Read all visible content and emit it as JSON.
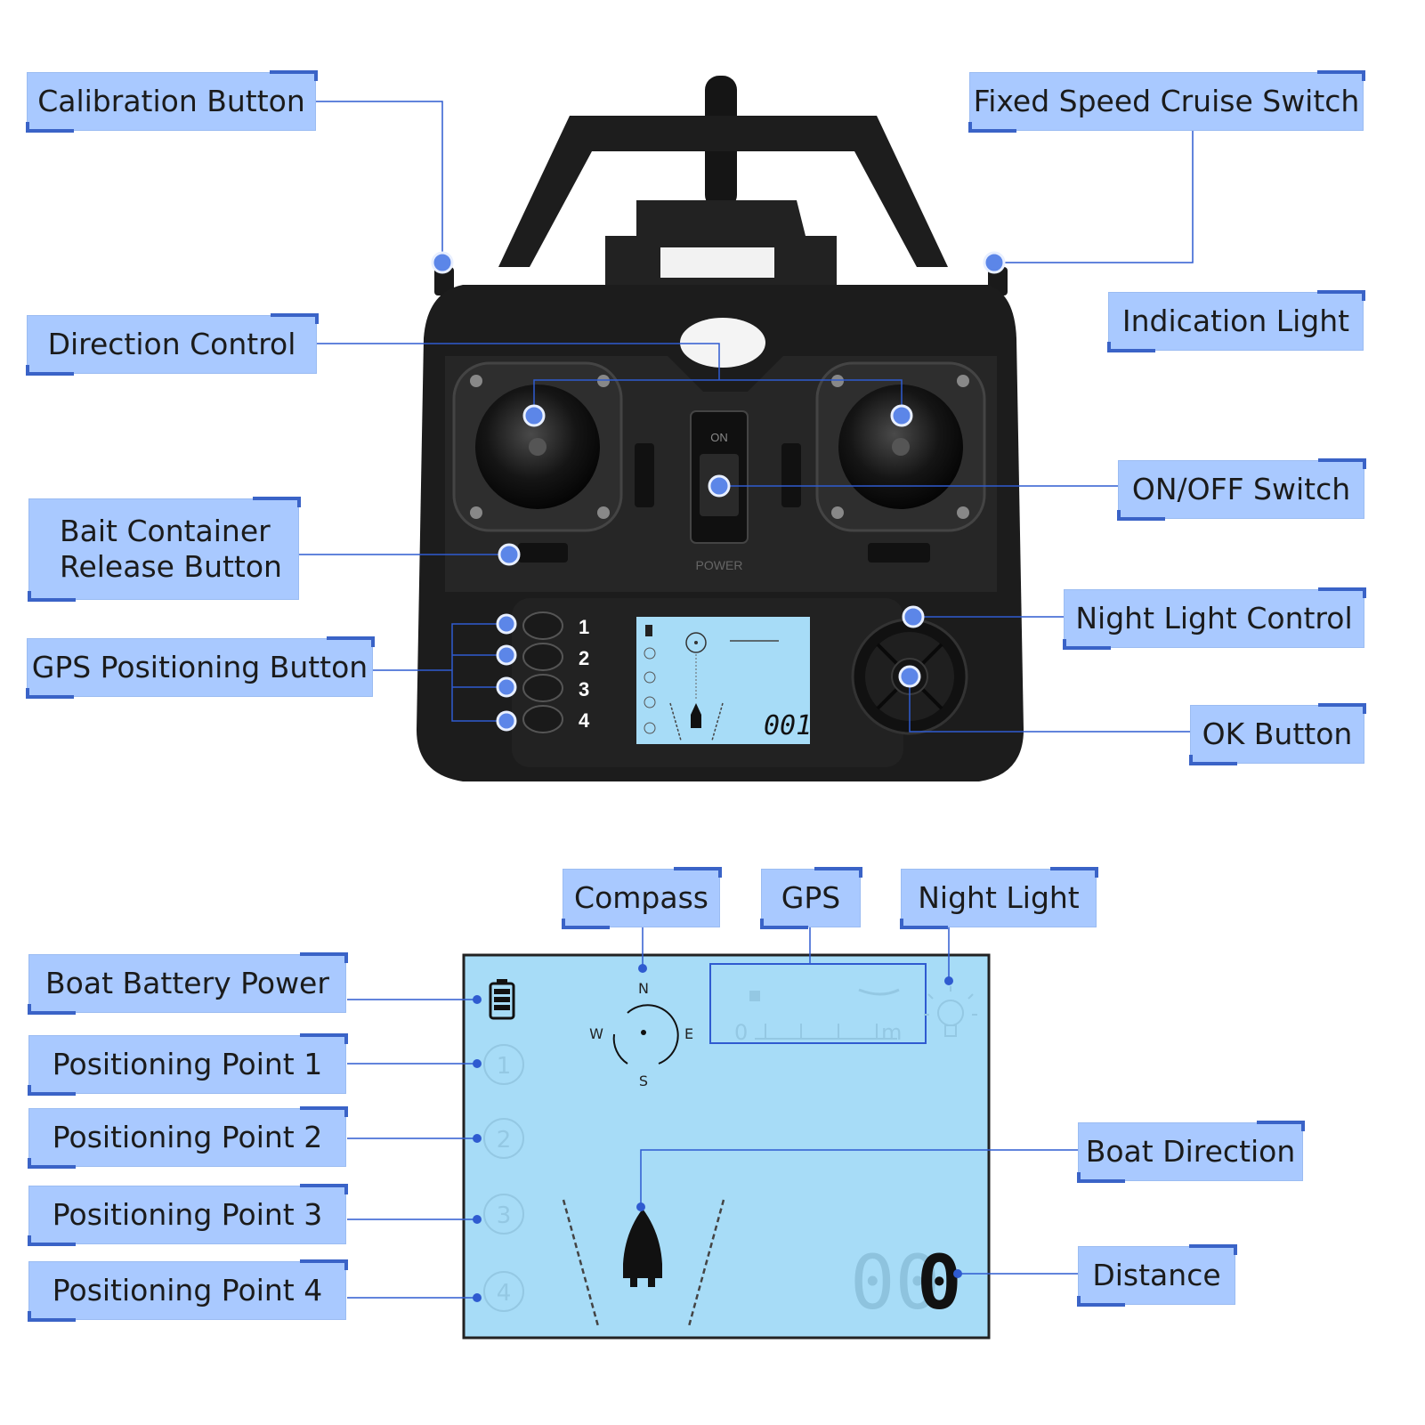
{
  "controller_labels": {
    "calibration_button": "Calibration Button",
    "fixed_speed_cruise_switch": "Fixed Speed Cruise Switch",
    "direction_control": "Direction Control",
    "indication_light": "Indication Light",
    "on_off_switch": "ON/OFF Switch",
    "bait_container_line1": "Bait Container",
    "bait_container_line2": "Release Button",
    "gps_positioning_button": "GPS Positioning Button",
    "night_light_control": "Night Light Control",
    "ok_button": "OK Button"
  },
  "controller_markings": {
    "power_switch_on": "ON",
    "power_text": "POWER",
    "gps_buttons": [
      "1",
      "2",
      "3",
      "4"
    ],
    "mini_distance": "001"
  },
  "display_labels": {
    "compass": "Compass",
    "gps": "GPS",
    "night_light": "Night Light",
    "boat_battery_power": "Boat Battery Power",
    "positioning_point_1": "Positioning Point 1",
    "positioning_point_2": "Positioning Point 2",
    "positioning_point_3": "Positioning Point 3",
    "positioning_point_4": "Positioning Point 4",
    "boat_direction": "Boat Direction",
    "distance": "Distance"
  },
  "display_screen": {
    "compass_n": "N",
    "compass_s": "S",
    "compass_w": "W",
    "compass_e": "E",
    "gps_scale_start": "0",
    "gps_scale_unit": "m",
    "point_numbers": [
      "1",
      "2",
      "3",
      "4"
    ],
    "distance_dim": "00",
    "distance_value": "0"
  },
  "colors": {
    "label_fill": "#a9c9ff",
    "accent_blue": "#3a63c7",
    "leader_line": "#2f5bd0",
    "lcd_fill": "#a7dcf7",
    "controller_body": "#1c1c1c"
  }
}
